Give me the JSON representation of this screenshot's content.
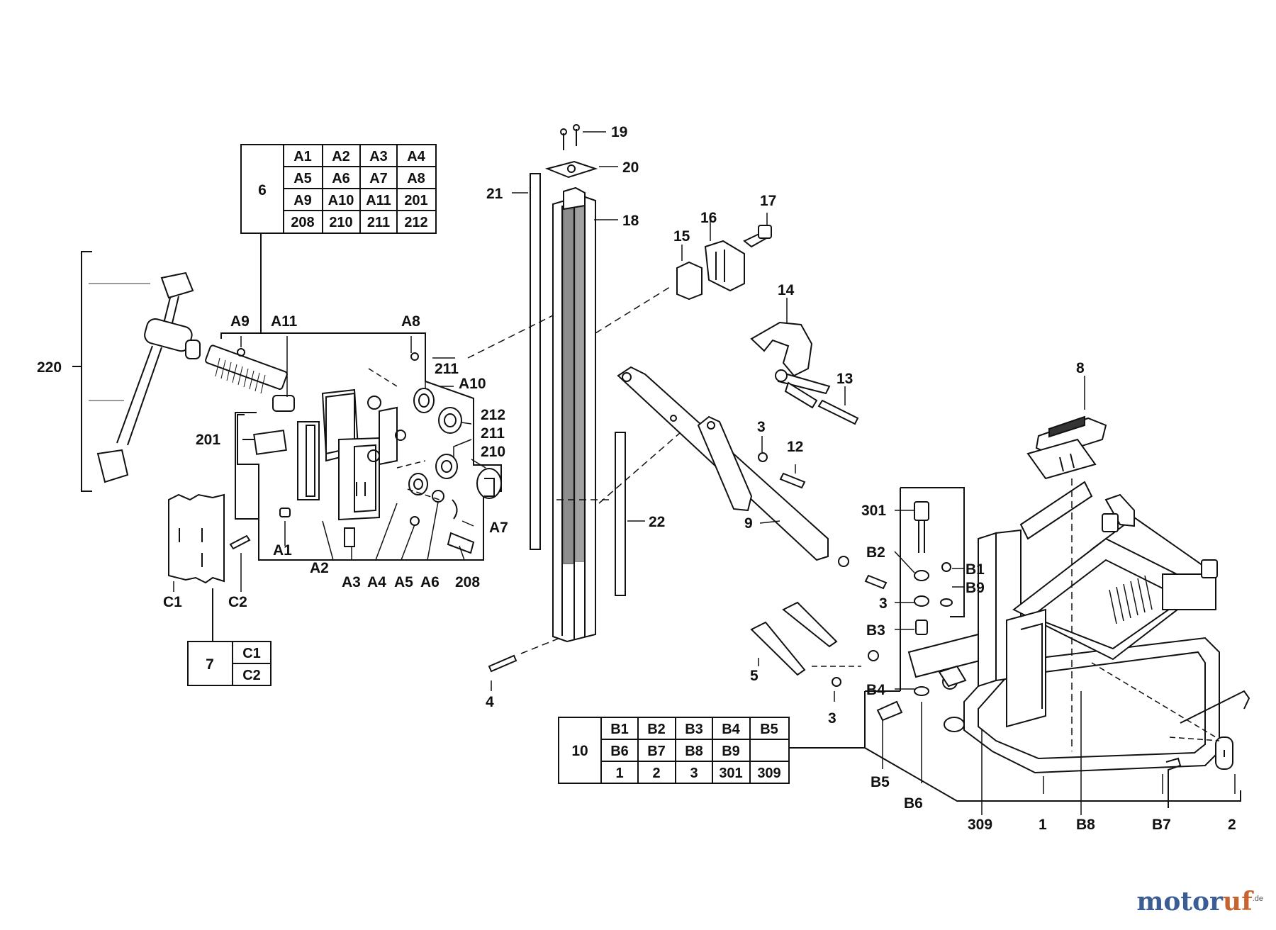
{
  "callouts": {
    "l220": "220",
    "l201": "201",
    "lA9": "A9",
    "lA11": "A11",
    "lA8": "A8",
    "l211a": "211",
    "lA10": "A10",
    "l212": "212",
    "l211b": "211",
    "l210": "210",
    "lA7": "A7",
    "lA1": "A1",
    "lA2": "A2",
    "lA3": "A3",
    "lA4": "A4",
    "lA5": "A5",
    "lA6": "A6",
    "l208": "208",
    "lC1": "C1",
    "lC2": "C2",
    "l19": "19",
    "l20": "20",
    "l21": "21",
    "l18": "18",
    "l4": "4",
    "l22": "22",
    "l15": "15",
    "l16": "16",
    "l17": "17",
    "l14": "14",
    "l13": "13",
    "l3a": "3",
    "l12": "12",
    "l9": "9",
    "l8": "8",
    "l301": "301",
    "lB2": "B2",
    "lB1": "B1",
    "lB9": "B9",
    "l3b": "3",
    "lB3": "B3",
    "lB4": "B4",
    "l5": "5",
    "l3c": "3",
    "lB5": "B5",
    "lB6": "B6",
    "l309": "309",
    "l1": "1",
    "lB8": "B8",
    "lB7": "B7",
    "l2": "2"
  },
  "kit6": {
    "number": "6",
    "rows": [
      [
        "A1",
        "A2",
        "A3",
        "A4"
      ],
      [
        "A5",
        "A6",
        "A7",
        "A8"
      ],
      [
        "A9",
        "A10",
        "A11",
        "201"
      ],
      [
        "208",
        "210",
        "211",
        "212"
      ]
    ]
  },
  "kit7": {
    "number": "7",
    "rows": [
      [
        "C1"
      ],
      [
        "C2"
      ]
    ]
  },
  "kit10": {
    "number": "10",
    "rows": [
      [
        "B1",
        "B2",
        "B3",
        "B4",
        "B5"
      ],
      [
        "B6",
        "B7",
        "B8",
        "B9",
        ""
      ],
      [
        "1",
        "2",
        "3",
        "301",
        "309"
      ]
    ]
  },
  "watermark": {
    "text_a": "motor",
    "text_b": "uf",
    "suffix": ".de"
  },
  "colors": {
    "ink": "#111111",
    "logo_blue": "#3a5d95",
    "logo_orange": "#c6632f"
  }
}
